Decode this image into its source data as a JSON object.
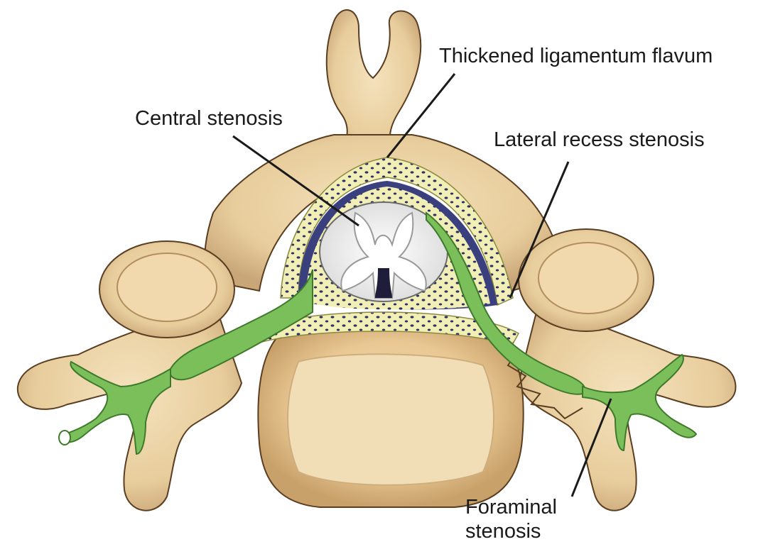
{
  "labels": {
    "thickened_ligamentum_flavum": "Thickened ligamentum flavum",
    "central_stenosis": "Central stenosis",
    "lateral_recess_stenosis": "Lateral recess stenosis",
    "foraminal_stenosis_line1": "Foraminal",
    "foraminal_stenosis_line2": "stenosis"
  },
  "colors": {
    "bone": "#ecd3a4",
    "bone_shade": "#c9a677",
    "bone_outline": "#5a3e22",
    "nerve": "#7bbf5a",
    "nerve_dark": "#3f7a2c",
    "ligament": "#efeeb0",
    "fat_dots": "#2c2f66",
    "spinal_cord": "#f4f4f4",
    "leader_line": "#1a1a1a"
  }
}
